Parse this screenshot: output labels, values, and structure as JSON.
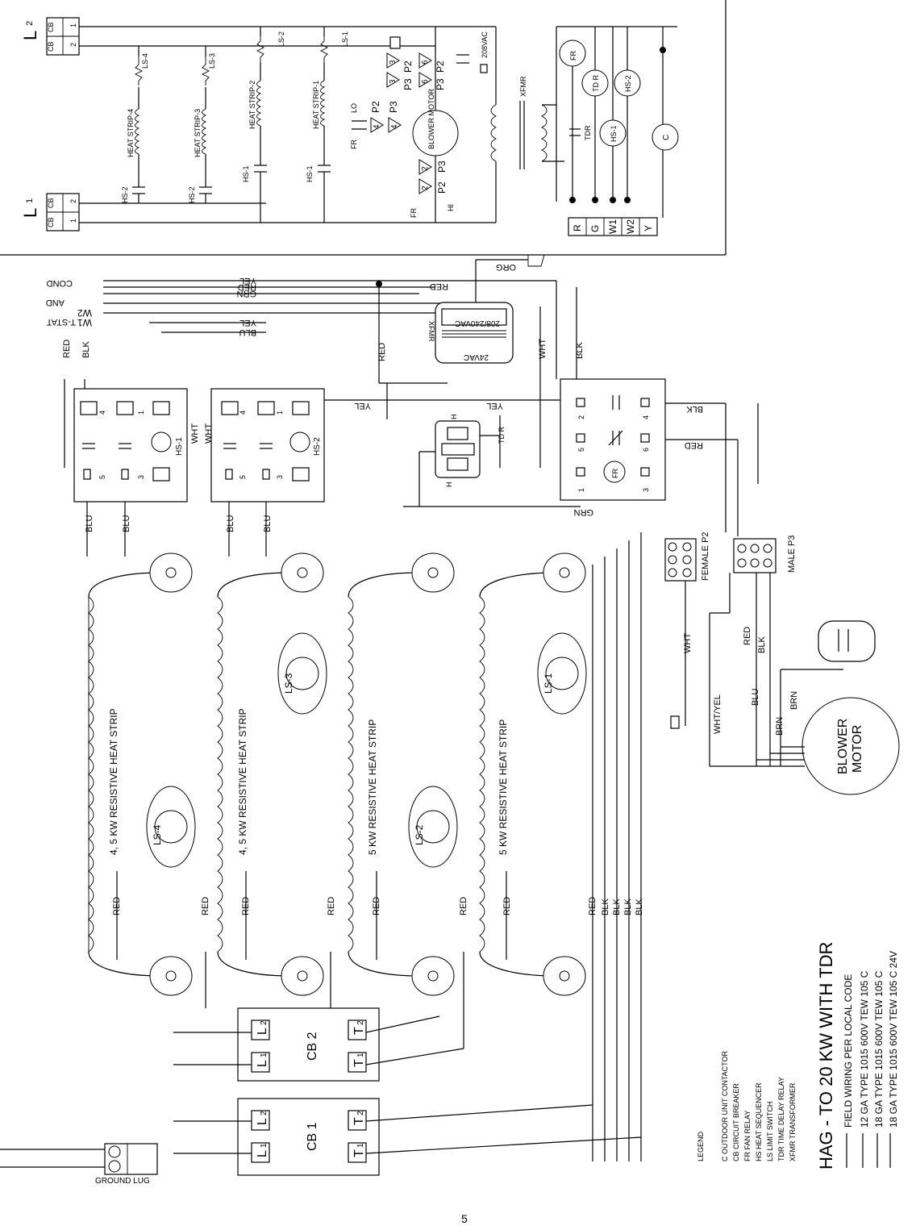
{
  "lines": {
    "l1": "L",
    "l1_sub": "1",
    "l2": "L",
    "l2_sub": "2"
  },
  "cb_small": {
    "cb": "CB",
    "n1": "1",
    "n2": "2"
  },
  "ladder": {
    "heat_strip_4": "HEAT STRIP-4",
    "heat_strip_3": "HEAT STRIP-3",
    "heat_strip_2": "HEAT STRIP-2",
    "heat_strip_1": "HEAT STRIP-1",
    "ls4": "LS-4",
    "ls3": "LS-3",
    "ls2": "LS-2",
    "ls1": "LS-1",
    "hs2": "HS-2",
    "hs1": "HS-1",
    "fr": "FR",
    "lo": "LO",
    "hi": "HI",
    "p2": "P2",
    "p3": "P3",
    "n2": "2",
    "n3": "3",
    "n4": "4",
    "n6": "6",
    "blower_motor": "BLOWER MOTOR",
    "vac208": "208VAC",
    "xfmr": "XFMR",
    "tdr": "TDR",
    "tdr_r": "TD R",
    "c": "C"
  },
  "terminal_block": [
    "R",
    "G",
    "W1",
    "W2",
    "Y"
  ],
  "tstat": {
    "line1": "T-STAT",
    "line2": "AND",
    "line3": "COND",
    "w1": "W1",
    "w2": "W2"
  },
  "wire_colors": {
    "yel": "YEL",
    "red": "RED",
    "grn": "GRN",
    "blu": "BLU",
    "blk": "BLK",
    "wht": "WHT",
    "org": "ORG",
    "brn": "BRN",
    "wht_yel": "WHT/YEL"
  },
  "xfmr_box": {
    "primary": "208/240VAC",
    "secondary": "24VAC",
    "label": "XFMR"
  },
  "sequencers": {
    "hs1": "HS-1",
    "hs2": "HS-2",
    "t4": "4",
    "t1": "1",
    "t5": "5",
    "t3": "3"
  },
  "relay_box": {
    "t2": "2",
    "t4": "4",
    "t5": "5",
    "t6": "6",
    "t1": "1",
    "t3": "3",
    "fr": "FR"
  },
  "tdr_relay": {
    "label": "TD R",
    "h": "H"
  },
  "plugs": {
    "female": "FEMALE P2",
    "male": "MALE P3"
  },
  "strips": {
    "s1": "4, 5 KW RESISTIVE HEAT STRIP",
    "s2": "4, 5 KW RESISTIVE HEAT STRIP",
    "s3": "5 KW RESISTIVE HEAT STRIP",
    "s4": "5 KW RESISTIVE HEAT STRIP",
    "ls4": "LS-4",
    "ls3": "LS-3",
    "ls2": "LS-2",
    "ls1": "LS-1"
  },
  "motor": {
    "label1": "BLOWER",
    "label2": "MOTOR"
  },
  "breakers": {
    "cb1": "CB 1",
    "cb2": "CB 2",
    "l1": "L",
    "l2": "L",
    "t1": "T",
    "t2": "T",
    "s1": "1",
    "s2": "2"
  },
  "ground_lug": "GROUND LUG",
  "legend": {
    "title": "LEGEND",
    "items": [
      "C     OUTDOOR UNIT CONTACTOR",
      "CB    CIRCUIT BREAKER",
      "FR    FAN RELAY",
      "HS    HEAT SEQUENCER",
      "LS    LIMIT SWITCH",
      "TDR   TIME DELAY RELAY",
      "XFMR  TRANSFORMER"
    ]
  },
  "heading": {
    "title": "HAG - TO 20 KW WITH TDR",
    "notes": [
      "FIELD WIRING PER LOCAL CODE",
      "12 GA TYPE 1015 600V TEW 105 C",
      "18 GA TYPE 1015 600V TEW 105 C",
      "18 GA TYPE 1015 600V TEW 105 C 24V"
    ]
  },
  "page_number": "5"
}
